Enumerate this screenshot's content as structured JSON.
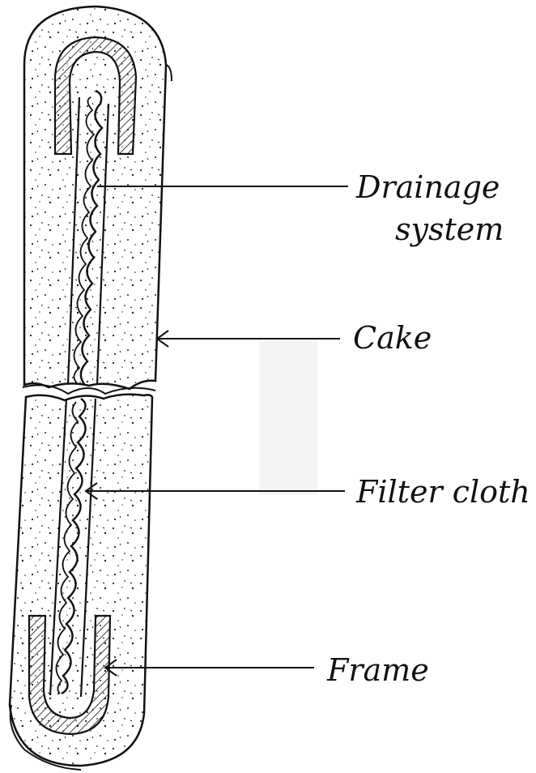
{
  "diagram": {
    "labels": {
      "drainage_line1": "Drainage",
      "drainage_line2": "system",
      "cake": "Cake",
      "filter_cloth": "Filter cloth",
      "frame": "Frame"
    },
    "colors": {
      "ink": "#111111",
      "paper": "#ffffff"
    }
  }
}
